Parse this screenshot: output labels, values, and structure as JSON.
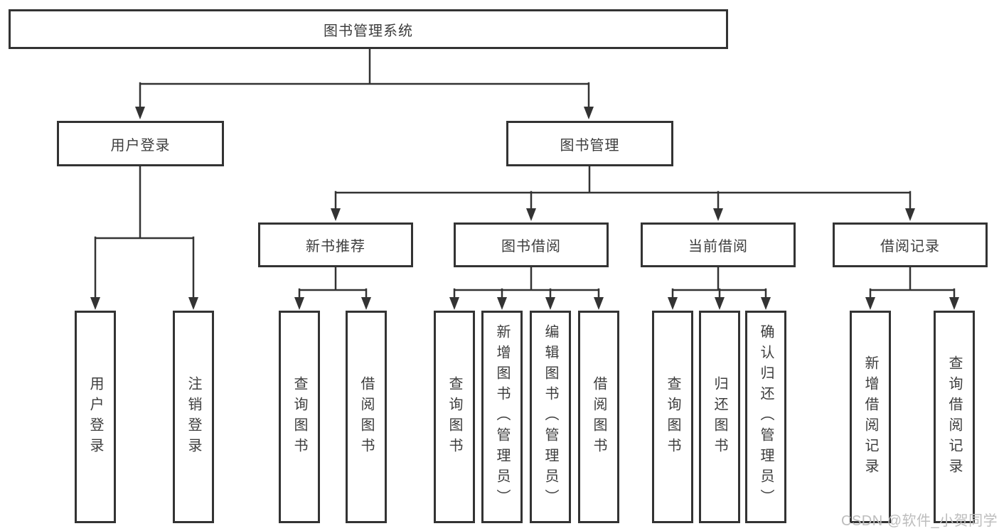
{
  "tree": {
    "root": "图书管理系统",
    "children": [
      {
        "label": "用户登录",
        "children": [
          "用户登录",
          "注销登录"
        ]
      },
      {
        "label": "图书管理",
        "children": [
          {
            "label": "新书推荐",
            "children": [
              "查询图书",
              "借阅图书"
            ]
          },
          {
            "label": "图书借阅",
            "children": [
              "查询图书",
              "新增图书（管理员）",
              "编辑图书（管理员）",
              "借阅图书"
            ]
          },
          {
            "label": "当前借阅",
            "children": [
              "查询图书",
              "归还图书",
              "确认归还（管理员）"
            ]
          },
          {
            "label": "借阅记录",
            "children": [
              "新增借阅记录",
              "查询借阅记录"
            ]
          }
        ]
      }
    ]
  },
  "watermark": {
    "text": "CSDN @软件_小贺同学"
  },
  "colors": {
    "line": "#333333",
    "box_border": "#333333",
    "text": "#3d3d3d",
    "watermark": "#bdbdbd",
    "background": "#ffffff"
  }
}
